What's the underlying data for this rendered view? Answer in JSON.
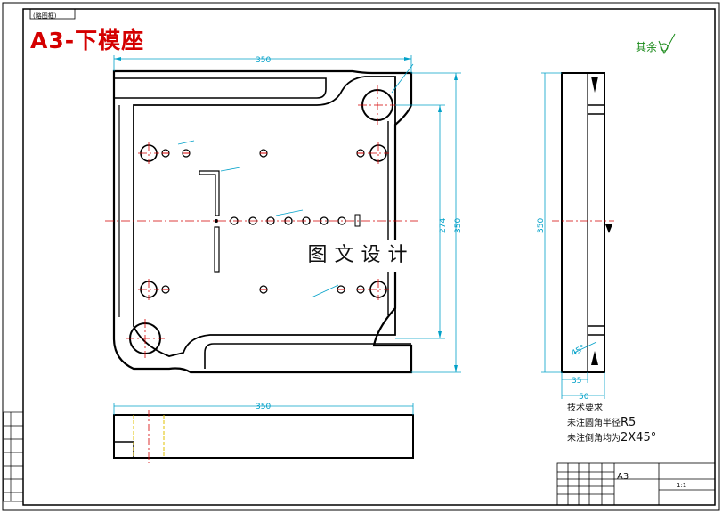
{
  "title": "A3-下模座",
  "top_tab_label": "(略图框)",
  "roughness_note": "其余",
  "watermark": "图文设计",
  "tech_requirements": {
    "heading": "技术要求",
    "line1_prefix": "未注圆角半径",
    "line1_value": "R5",
    "line2_prefix": "未注倒角均为",
    "line2_value": "2X45°"
  },
  "dimensions": {
    "top_width": "350",
    "front_width": "350",
    "right_height": "350",
    "inner_height": "274",
    "side_height": "350",
    "side_width_inner": "35",
    "side_width_total": "50",
    "chamfer_note": "45°"
  },
  "title_block": {
    "format": "A3",
    "unit": "1:1"
  },
  "colors": {
    "outline": "#000000",
    "center_line": "#d40000",
    "dimension": "#00a0c8",
    "hidden": "#e0c000",
    "title": "#d40000"
  }
}
